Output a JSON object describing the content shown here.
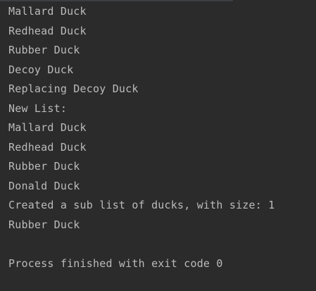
{
  "console": {
    "lines": [
      "Mallard Duck",
      "Redhead Duck",
      "Rubber Duck",
      "Decoy Duck",
      "Replacing Decoy Duck",
      "New List:",
      "Mallard Duck",
      "Redhead Duck",
      "Rubber Duck",
      "Donald Duck",
      "Created a sub list of ducks, with size: 1",
      "Rubber Duck",
      "",
      "Process finished with exit code 0"
    ]
  },
  "colors": {
    "background": "#2b2b2b",
    "text": "#bbbbbb",
    "top_strip": "#3c3f41"
  }
}
